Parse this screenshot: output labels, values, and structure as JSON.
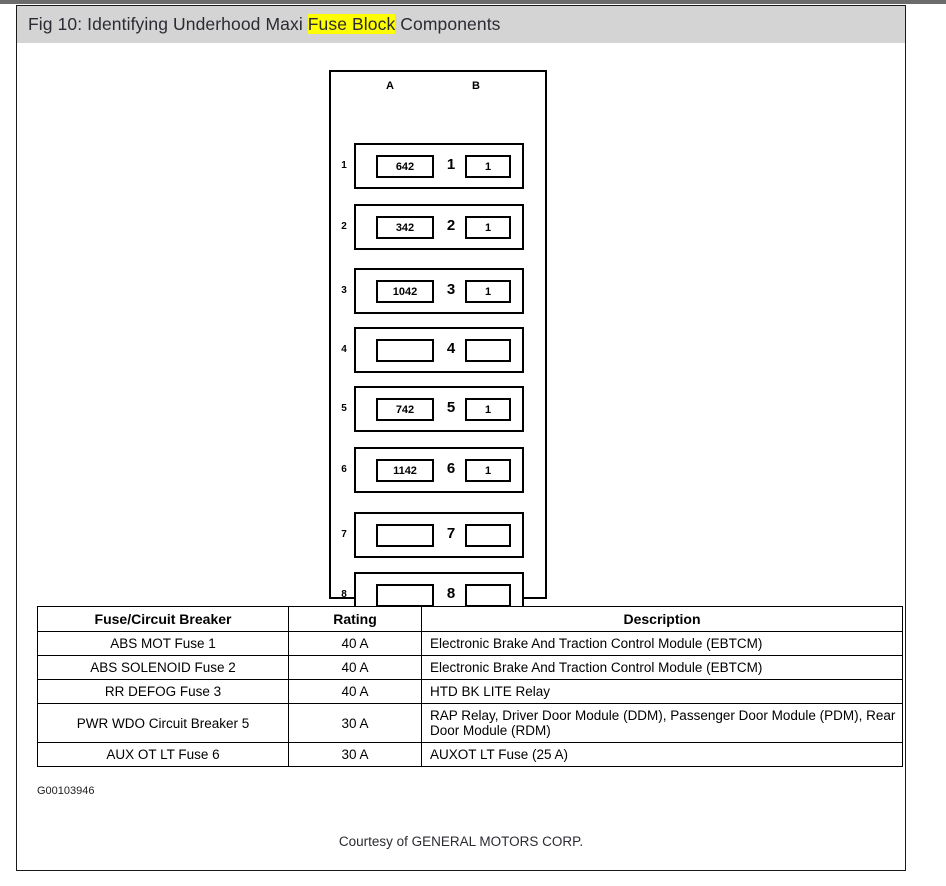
{
  "caption": {
    "prefix": "Fig 10: Identifying Underhood Maxi ",
    "highlight": "Fuse Block",
    "suffix": " Components"
  },
  "diagram": {
    "column_headers": {
      "a": "A",
      "b": "B"
    },
    "rows": [
      {
        "number": "1",
        "slot_a": "642",
        "middle": "1",
        "slot_b": "1"
      },
      {
        "number": "2",
        "slot_a": "342",
        "middle": "2",
        "slot_b": "1"
      },
      {
        "number": "3",
        "slot_a": "1042",
        "middle": "3",
        "slot_b": "1"
      },
      {
        "number": "4",
        "slot_a": "",
        "middle": "4",
        "slot_b": ""
      },
      {
        "number": "5",
        "slot_a": "742",
        "middle": "5",
        "slot_b": "1"
      },
      {
        "number": "6",
        "slot_a": "1142",
        "middle": "6",
        "slot_b": "1"
      },
      {
        "number": "7",
        "slot_a": "",
        "middle": "7",
        "slot_b": ""
      },
      {
        "number": "8",
        "slot_a": "",
        "middle": "8",
        "slot_b": ""
      }
    ]
  },
  "table": {
    "headers": {
      "name": "Fuse/Circuit Breaker",
      "rating": "Rating",
      "description": "Description"
    },
    "rows": [
      {
        "name": "ABS MOT Fuse 1",
        "rating": "40 A",
        "description": "Electronic Brake And Traction Control Module (EBTCM)"
      },
      {
        "name": "ABS SOLENOID Fuse 2",
        "rating": "40 A",
        "description": "Electronic Brake And Traction Control Module (EBTCM)"
      },
      {
        "name": "RR DEFOG Fuse 3",
        "rating": "40 A",
        "description": "HTD BK LITE Relay"
      },
      {
        "name": "PWR WDO Circuit Breaker 5",
        "rating": "30 A",
        "description": "RAP Relay, Driver Door Module (DDM), Passenger Door Module (PDM), Rear Door Module (RDM)"
      },
      {
        "name": "AUX OT LT Fuse 6",
        "rating": "30 A",
        "description": "AUXOT LT Fuse (25 A)"
      }
    ]
  },
  "footer": {
    "image_id": "G00103946",
    "courtesy": "Courtesy of GENERAL MOTORS CORP."
  },
  "colors": {
    "caption_band": "#d4d4d4",
    "highlight": "#ffff00",
    "line": "#000000",
    "text": "#2b2b33"
  }
}
